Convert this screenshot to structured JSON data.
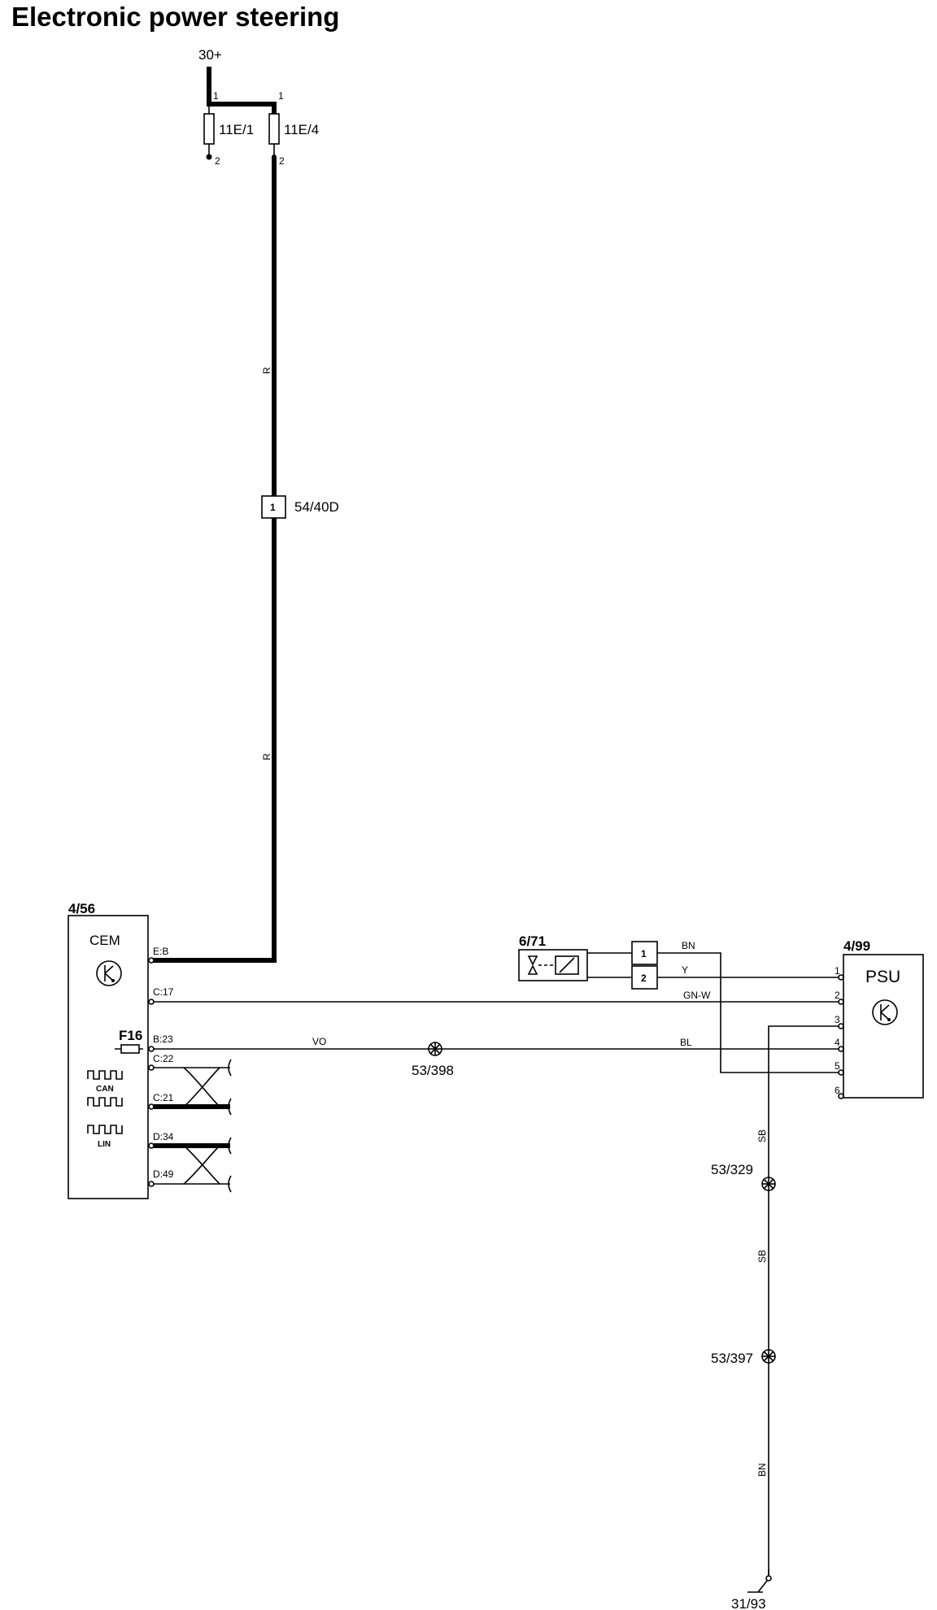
{
  "title": "Electronic power steering",
  "supply": {
    "label": "30+"
  },
  "fuses": {
    "f1": {
      "label": "11E/1",
      "pin_top": "1",
      "pin_bottom": "2"
    },
    "f2": {
      "label": "11E/4",
      "pin_top": "1",
      "pin_bottom": "2"
    }
  },
  "wire_colors": {
    "main_upper": "R",
    "main_lower": "R",
    "cem_c17": "GN-W",
    "cem_b23_left": "VO",
    "cem_b23_right": "BL",
    "relay_pin1": "BN",
    "relay_pin2": "Y",
    "ground_1": "SB",
    "ground_2": "SB",
    "ground_3": "BN"
  },
  "connector_54_40d": {
    "label": "54/40D",
    "pin": "1"
  },
  "cem": {
    "id": "4/56",
    "name": "CEM",
    "fuse_label": "F16",
    "pins": [
      "E:B",
      "C:17",
      "B:23",
      "C:22",
      "C:21",
      "D:34",
      "D:49"
    ],
    "can_label": "CAN",
    "lin_label": "LIN"
  },
  "relay": {
    "id": "6/71",
    "pins": [
      "1",
      "2"
    ]
  },
  "psu": {
    "id": "4/99",
    "name": "PSU",
    "pins": [
      "1",
      "2",
      "3",
      "4",
      "5",
      "6"
    ]
  },
  "splices": [
    "53/398",
    "53/329",
    "53/397"
  ],
  "ground": {
    "label": "31/93"
  }
}
